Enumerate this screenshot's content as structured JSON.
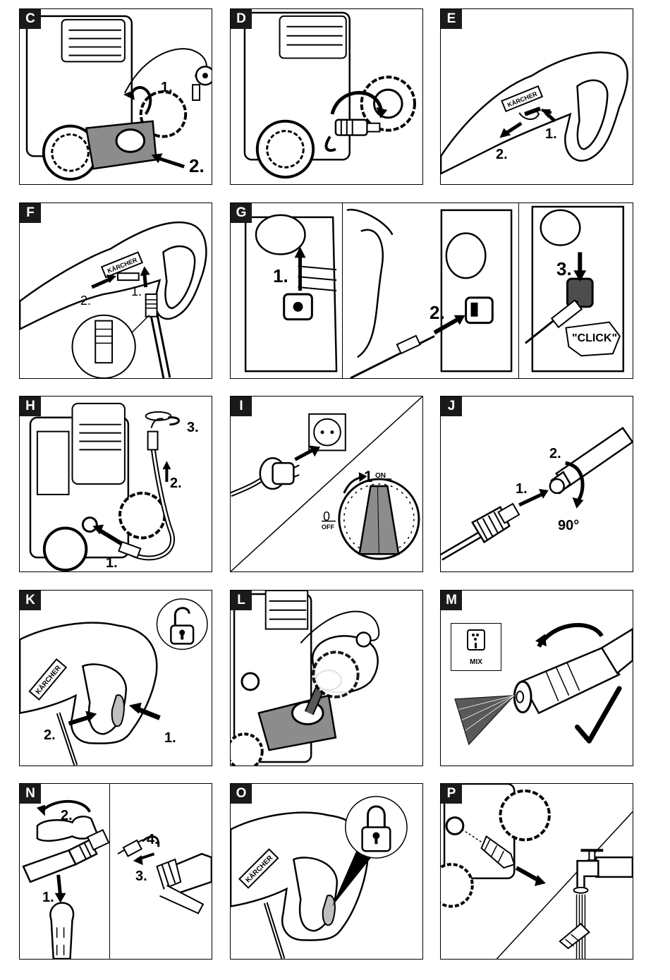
{
  "panels": {
    "C": {
      "tag": "C",
      "steps": [
        "1.",
        "2."
      ]
    },
    "D": {
      "tag": "D"
    },
    "E": {
      "tag": "E",
      "steps": [
        "1.",
        "2."
      ],
      "brand": "KÄRCHER"
    },
    "F": {
      "tag": "F",
      "steps": [
        "1.",
        "2."
      ],
      "brand": "KÄRCHER"
    },
    "G": {
      "tag": "G",
      "steps": [
        "1.",
        "2.",
        "3."
      ],
      "click": "\"CLICK\""
    },
    "H": {
      "tag": "H",
      "steps": [
        "1.",
        "2.",
        "3."
      ]
    },
    "I": {
      "tag": "I",
      "on_num": "1",
      "on_label": "ON",
      "off_num": "0",
      "off_label": "OFF"
    },
    "J": {
      "tag": "J",
      "steps": [
        "1.",
        "2."
      ],
      "angle": "90°"
    },
    "K": {
      "tag": "K",
      "steps": [
        "1.",
        "2."
      ],
      "brand": "KÄRCHER"
    },
    "L": {
      "tag": "L"
    },
    "M": {
      "tag": "M",
      "mix": "MIX"
    },
    "N": {
      "tag": "N",
      "steps": [
        "1.",
        "2.",
        "3.",
        "4."
      ]
    },
    "O": {
      "tag": "O",
      "brand": "KÄRCHER"
    },
    "P": {
      "tag": "P"
    }
  },
  "icons": [
    "unlock-icon",
    "lock-icon",
    "checkmark-icon",
    "mix-detergent-icon",
    "rotate-arrow-icon",
    "wall-socket-icon",
    "water-tap-icon"
  ]
}
